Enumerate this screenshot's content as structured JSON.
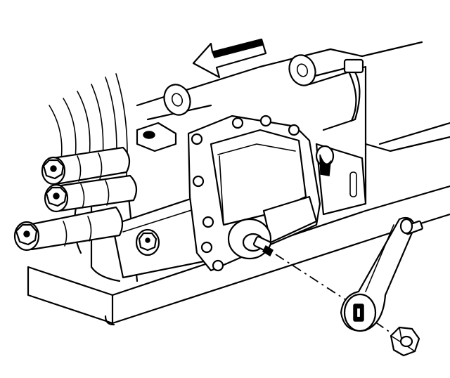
{
  "figure": {
    "type": "technical-line-drawing",
    "components": [
      "transmission-case",
      "direction-arrow",
      "mounting-bolts",
      "range-selector-switch",
      "manual-shaft",
      "shift-lever",
      "lever-nut"
    ]
  }
}
